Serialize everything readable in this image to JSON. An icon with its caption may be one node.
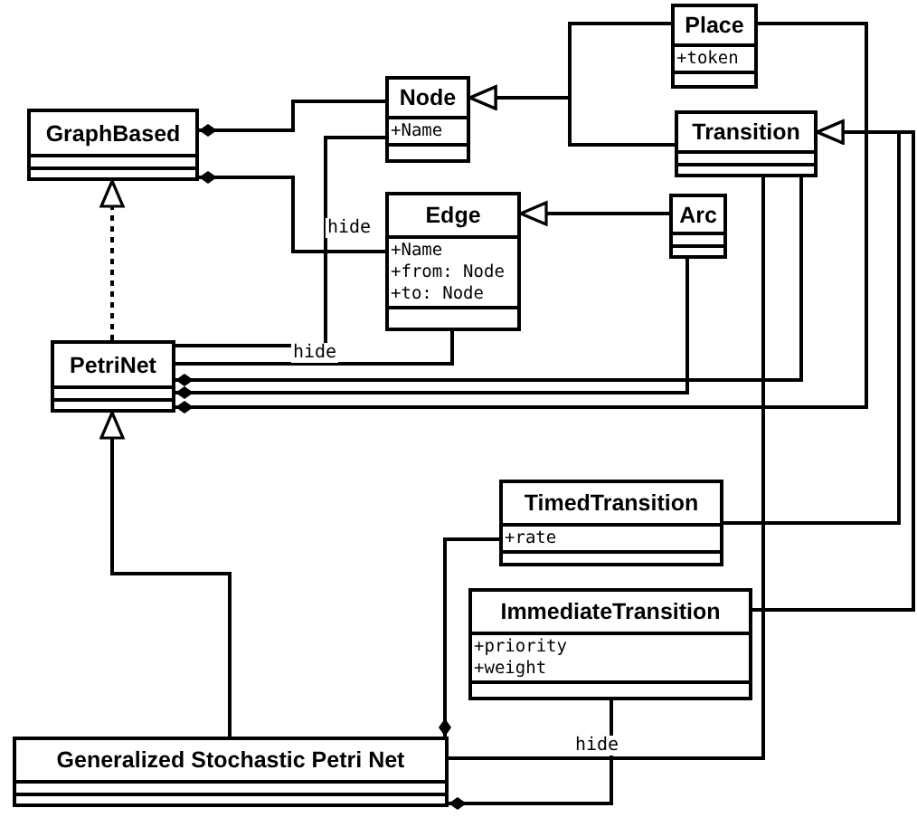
{
  "diagram": {
    "nodes": [
      {
        "text": [
          "GraphBased"
        ]
      },
      {
        "text": [
          "Node",
          "+Name"
        ]
      },
      {
        "text": [
          "Place",
          "+token"
        ]
      },
      {
        "text": [
          "Transition"
        ]
      },
      {
        "text": [
          "Edge",
          "+Name",
          "+from: Node",
          "+to: Node"
        ]
      },
      {
        "text": [
          "Arc"
        ]
      },
      {
        "text": [
          "PetriNet"
        ]
      },
      {
        "text": [
          "TimedTransition",
          "+rate"
        ]
      },
      {
        "text": [
          "ImmediateTransition",
          "+priority",
          "+weight"
        ]
      },
      {
        "text": [
          "Generalized Stochastic Petri Net"
        ]
      }
    ],
    "edges": [
      {
        "from": 1,
        "to": 0,
        "arrow": "other"
      },
      {
        "from": 4,
        "to": 0,
        "arrow": "other"
      },
      {
        "from": 2,
        "to": 1,
        "arrow": "to"
      },
      {
        "from": 3,
        "to": 1,
        "arrow": "to"
      },
      {
        "from": 5,
        "to": 4,
        "arrow": "to"
      },
      {
        "from": 6,
        "to": 0,
        "arrow": "to",
        "style": "dashed"
      },
      {
        "from": 6,
        "to": 1,
        "arrow": "none",
        "label": "hide"
      },
      {
        "from": 6,
        "to": 4,
        "arrow": "none",
        "label": "hide"
      },
      {
        "from": 3,
        "to": 6,
        "arrow": "other"
      },
      {
        "from": 5,
        "to": 6,
        "arrow": "other"
      },
      {
        "from": 2,
        "to": 6,
        "arrow": "other"
      },
      {
        "from": 7,
        "to": 3,
        "arrow": "to"
      },
      {
        "from": 8,
        "to": 3,
        "arrow": "to"
      },
      {
        "from": 9,
        "to": 6,
        "arrow": "to"
      },
      {
        "from": 7,
        "to": 9,
        "arrow": "other"
      },
      {
        "from": 8,
        "to": 9,
        "arrow": "other"
      },
      {
        "from": 9,
        "to": 3,
        "arrow": "none",
        "label": "hide"
      }
    ]
  }
}
